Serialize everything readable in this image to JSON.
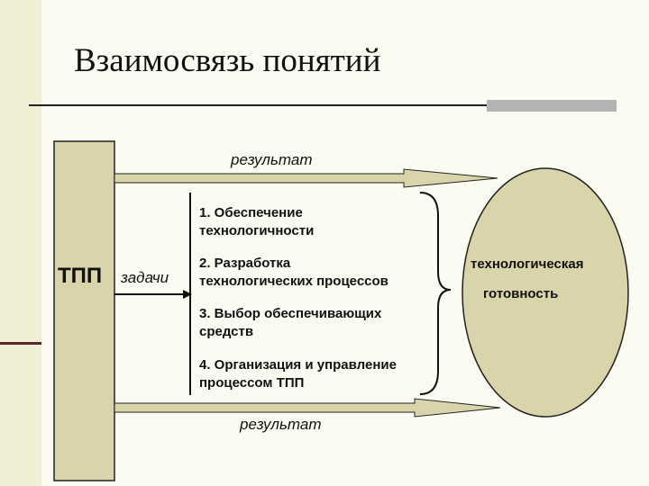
{
  "title": "Взаимосвязь понятий",
  "tpp_label": "ТПП",
  "tasks_label": "задачи",
  "result_top": "результат",
  "result_bottom": "результат",
  "tasks": [
    {
      "line1": "1. Обеспечение",
      "line2": "технологичности"
    },
    {
      "line1": "2. Разработка",
      "line2": "технологических процессов"
    },
    {
      "line1": "3. Выбор обеспечивающих",
      "line2": "средств"
    },
    {
      "line1": "4. Организация и управление",
      "line2": "процессом ТПП"
    }
  ],
  "outcome": {
    "line1": "технологическая",
    "line2": "готовность"
  },
  "colors": {
    "shape_fill": "#d9d4aa",
    "shape_stroke": "#222222",
    "background": "#fbfbf1"
  }
}
